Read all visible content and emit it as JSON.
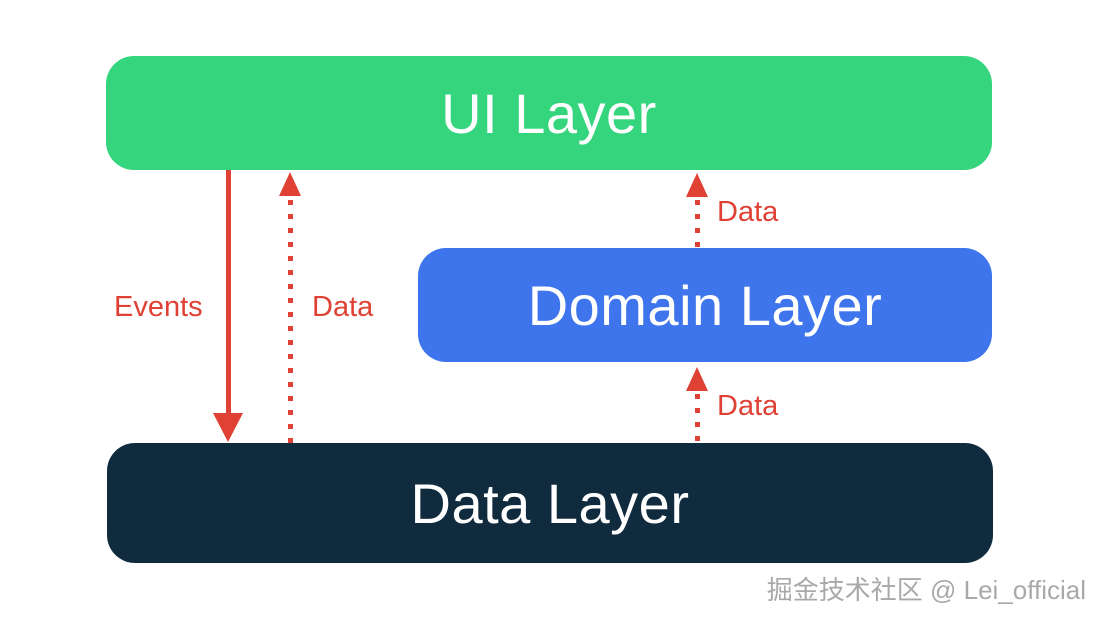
{
  "diagram": {
    "boxes": [
      {
        "id": "ui-layer",
        "label": "UI Layer",
        "color": "#34d57c",
        "text_color": "#ffffff"
      },
      {
        "id": "domain-layer",
        "label": "Domain Layer",
        "color": "#3e74ec",
        "text_color": "#ffffff"
      },
      {
        "id": "data-layer",
        "label": "Data Layer",
        "color": "#102b3d",
        "text_color": "#ffffff"
      }
    ],
    "arrows": [
      {
        "id": "events-down",
        "label": "Events",
        "style": "solid",
        "direction": "down",
        "from": "UI Layer",
        "to": "Data Layer"
      },
      {
        "id": "data-up-left",
        "label": "Data",
        "style": "dotted",
        "direction": "up",
        "from": "Data Layer",
        "to": "UI Layer"
      },
      {
        "id": "data-up-domain-ui",
        "label": "Data",
        "style": "dotted",
        "direction": "up",
        "from": "Domain Layer",
        "to": "UI Layer"
      },
      {
        "id": "data-up-data-domain",
        "label": "Data",
        "style": "dotted",
        "direction": "up",
        "from": "Data Layer",
        "to": "Domain Layer"
      }
    ],
    "colors": {
      "background": "#ffffff",
      "arrow_accent": "#df4134"
    },
    "watermark": {
      "text": "掘金技术社区 @ Lei_official",
      "color": "#a9a9a9"
    }
  }
}
